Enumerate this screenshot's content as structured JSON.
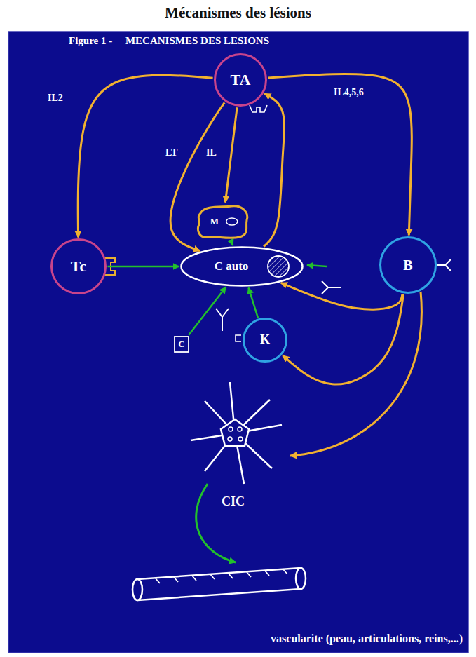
{
  "diagram": {
    "title": "Mécanismes des lésions",
    "nodes": [
      {
        "text": [
          "TA"
        ]
      },
      {
        "text": [
          "M"
        ]
      },
      {
        "text": [
          "Tc"
        ]
      },
      {
        "text": [
          "C auto"
        ]
      },
      {
        "text": [
          "B"
        ]
      },
      {
        "text": [
          "C"
        ]
      },
      {
        "text": [
          "K"
        ]
      }
    ],
    "edges": [
      {
        "from": 0,
        "to": 2,
        "arrow": "to",
        "label": "IL2"
      },
      {
        "from": 0,
        "to": 4,
        "arrow": "to",
        "label": "IL4,5,6"
      },
      {
        "from": 0,
        "to": 3,
        "arrow": "to",
        "label": "LT"
      },
      {
        "from": 0,
        "to": 1,
        "arrow": "to",
        "label": "IL"
      },
      {
        "from": 3,
        "to": 0,
        "arrow": "to"
      },
      {
        "from": 2,
        "to": 3,
        "arrow": "to"
      },
      {
        "from": 1,
        "to": 3,
        "arrow": "to"
      },
      {
        "from": 6,
        "to": 3,
        "arrow": "to"
      },
      {
        "from": 5,
        "to": 3,
        "arrow": "to"
      },
      {
        "from": 4,
        "to": 3,
        "arrow": "to"
      },
      {
        "from": 4,
        "to": 6,
        "arrow": "to"
      }
    ],
    "labels": [
      "Figure 1 -     MECANISMES DES LESIONS",
      "CIC",
      "vascularite (peau, articulations, reins,...)"
    ]
  }
}
